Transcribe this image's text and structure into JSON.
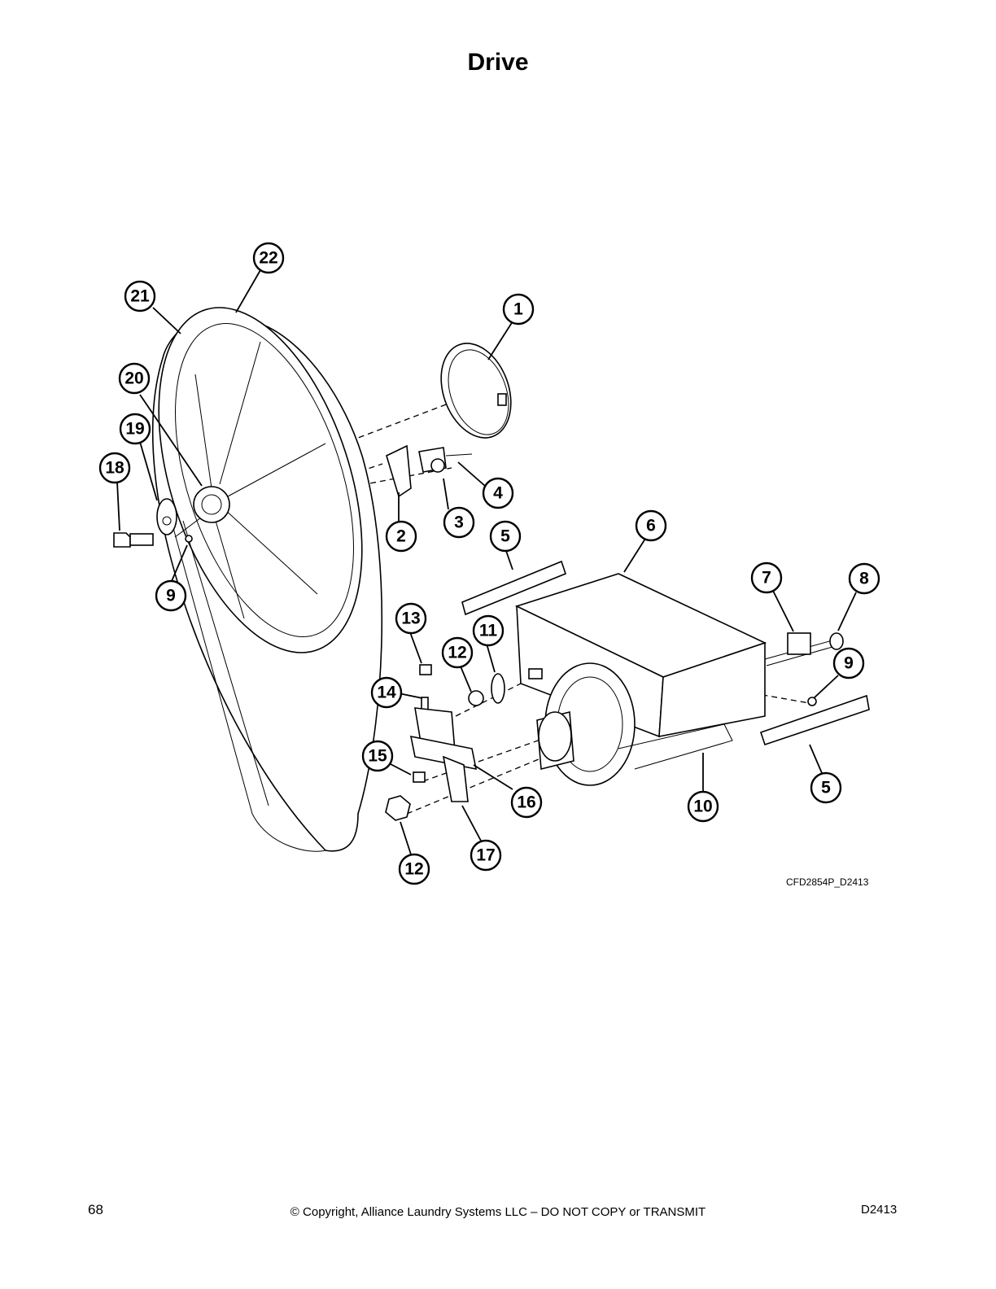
{
  "page": {
    "title": "Drive",
    "drawing_code": "CFD2854P_D2413",
    "page_number": "68",
    "copyright": "© Copyright, Alliance Laundry Systems LLC – DO NOT COPY or TRANSMIT",
    "document_id": "D2413"
  },
  "callouts": [
    {
      "label": "22"
    },
    {
      "label": "21"
    },
    {
      "label": "1"
    },
    {
      "label": "20"
    },
    {
      "label": "19"
    },
    {
      "label": "18"
    },
    {
      "label": "4"
    },
    {
      "label": "3"
    },
    {
      "label": "2"
    },
    {
      "label": "5"
    },
    {
      "label": "6"
    },
    {
      "label": "7"
    },
    {
      "label": "8"
    },
    {
      "label": "9"
    },
    {
      "label": "13"
    },
    {
      "label": "11"
    },
    {
      "label": "12"
    },
    {
      "label": "9"
    },
    {
      "label": "14"
    },
    {
      "label": "15"
    },
    {
      "label": "16"
    },
    {
      "label": "10"
    },
    {
      "label": "5"
    },
    {
      "label": "17"
    },
    {
      "label": "12"
    }
  ],
  "colors": {
    "line": "#000000",
    "background": "#ffffff"
  }
}
